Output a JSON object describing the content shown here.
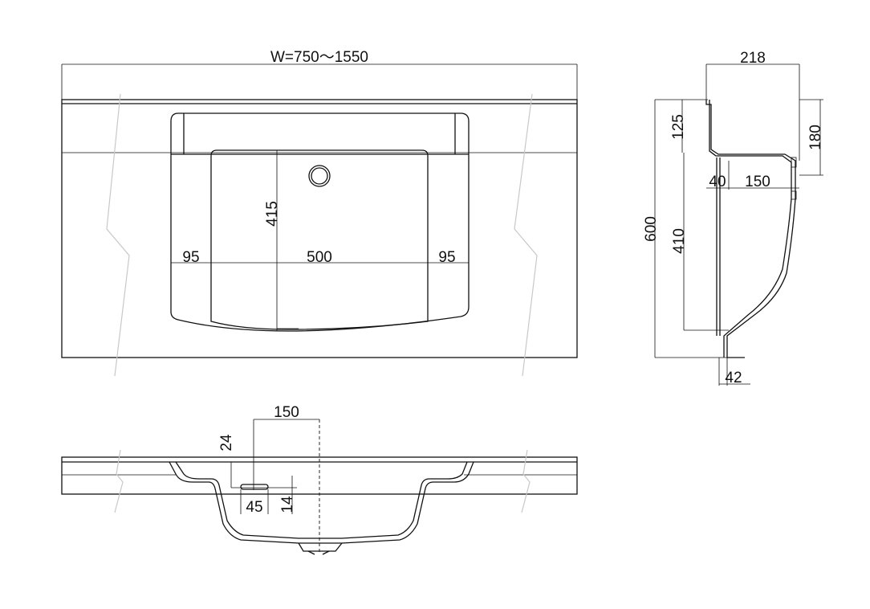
{
  "plan": {
    "width_label": "W=750～1550",
    "bowl_depth": "415",
    "left_margin": "95",
    "bowl_width": "500",
    "right_margin": "95"
  },
  "side": {
    "top_width": "218",
    "back_height": "125",
    "front_height": "180",
    "overall_depth": "600",
    "offset_40": "40",
    "spacing_150": "150",
    "bowl_length": "410",
    "bottom_42": "42"
  },
  "front": {
    "offset_150": "150",
    "height_24": "24",
    "size_45": "45",
    "size_14": "14"
  }
}
